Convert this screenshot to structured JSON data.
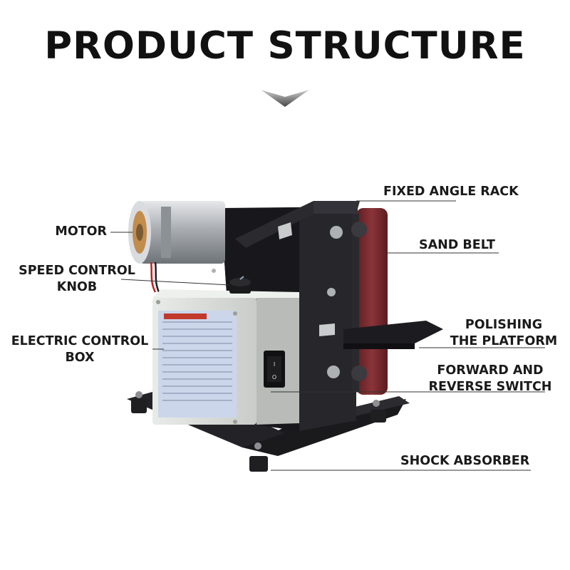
{
  "title": "PRODUCT STRUCTURE",
  "labels": {
    "fixed_angle_rack": "FIXED ANGLE RACK",
    "motor": "MOTOR",
    "sand_belt": "SAND BELT",
    "speed_control_1": "SPEED CONTROL",
    "speed_control_2": "KNOB",
    "polishing_1": "POLISHING",
    "polishing_2": "THE PLATFORM",
    "electric_1": "ELECTRIC CONTROL",
    "electric_2": "BOX",
    "forward_1": "FORWARD AND",
    "forward_2": "REVERSE SWITCH",
    "shock_absorber": "SHOCK ABSORBER"
  },
  "colors": {
    "frame": "#1e1e22",
    "belt": "#7a2b2f",
    "box": "#d9dbd8",
    "motor": "#b9bcc0",
    "accent_line": "#333333"
  },
  "icons": [
    "chevron-down-icon"
  ]
}
